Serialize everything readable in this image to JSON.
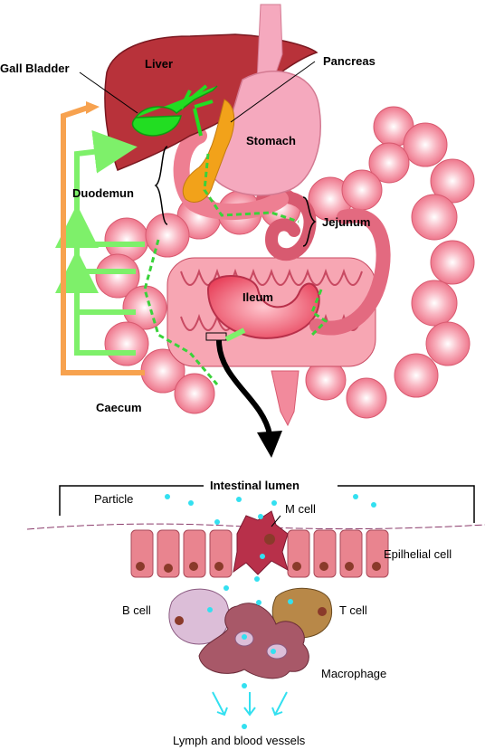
{
  "organs": {
    "liver": "Liver",
    "gall_bladder": "Gall Bladder",
    "pancreas": "Pancreas",
    "stomach": "Stomach",
    "duodenum": "Duodemun",
    "jejunum": "Jejunum",
    "ileum": "Ileum",
    "caecum": "Caecum"
  },
  "cells": {
    "intestinal_lumen": "Intestinal lumen",
    "particle": "Particle",
    "m_cell": "M cell",
    "epithelial_cell": "Epilhelial cell",
    "b_cell": "B cell",
    "t_cell": "T cell",
    "macrophage": "Macrophage",
    "lymph_blood": "Lymph and blood vessels"
  },
  "colors": {
    "liver": "#b8323a",
    "gall_bladder": "#22dd22",
    "pancreas": "#f2a21a",
    "stomach": "#f5a9be",
    "colon": "#f07f92",
    "small_intestine": "#e8415a",
    "bile_flow": "#7ef06a",
    "portal_flow": "#f7a24f",
    "particle": "#33e0f0",
    "epithelium": "#e9848f",
    "m_cell": "#b8304a",
    "b_cell": "#dcbed8",
    "t_cell": "#b88848",
    "macrophage": "#a85868"
  }
}
